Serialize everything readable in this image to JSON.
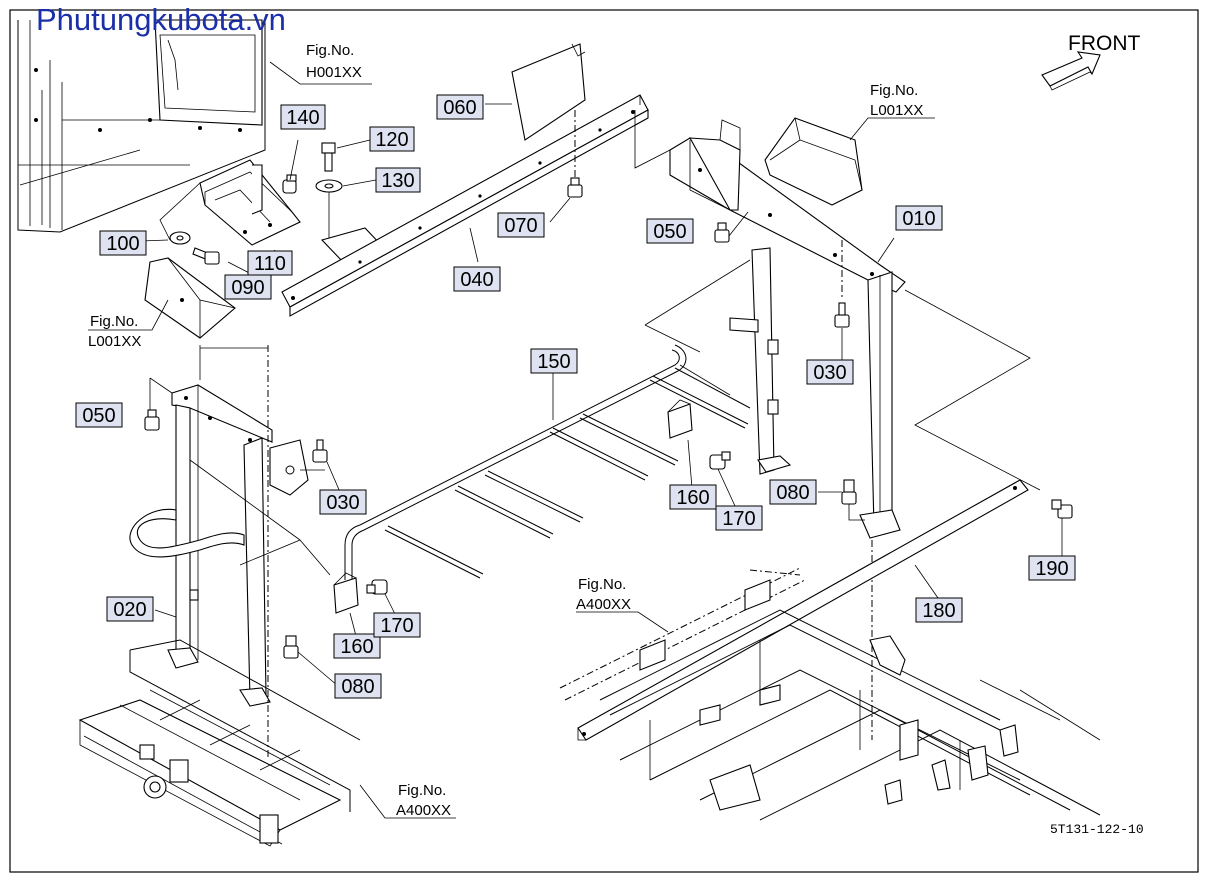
{
  "watermark": "Phutungkubota.vn",
  "front_label": "FRONT",
  "drawing_code": "5T131-122-10",
  "fig_refs": [
    {
      "id": "h001",
      "line1": "Fig.No.",
      "line2": "H001XX"
    },
    {
      "id": "l001_right",
      "line1": "Fig.No.",
      "line2": "L001XX"
    },
    {
      "id": "l001_left",
      "line1": "Fig.No.",
      "line2": "L001XX"
    },
    {
      "id": "a400_right",
      "line1": "Fig.No.",
      "line2": "A400XX"
    },
    {
      "id": "a400_bottom",
      "line1": "Fig.No.",
      "line2": "A400XX"
    }
  ],
  "callouts": [
    {
      "id": "140",
      "label": "140"
    },
    {
      "id": "120",
      "label": "120"
    },
    {
      "id": "130",
      "label": "130"
    },
    {
      "id": "060",
      "label": "060"
    },
    {
      "id": "070",
      "label": "070"
    },
    {
      "id": "040",
      "label": "040"
    },
    {
      "id": "100",
      "label": "100"
    },
    {
      "id": "110",
      "label": "110"
    },
    {
      "id": "090",
      "label": "090"
    },
    {
      "id": "050a",
      "label": "050"
    },
    {
      "id": "050b",
      "label": "050"
    },
    {
      "id": "010",
      "label": "010"
    },
    {
      "id": "030a",
      "label": "030"
    },
    {
      "id": "030b",
      "label": "030"
    },
    {
      "id": "150",
      "label": "150"
    },
    {
      "id": "160a",
      "label": "160"
    },
    {
      "id": "160b",
      "label": "160"
    },
    {
      "id": "170a",
      "label": "170"
    },
    {
      "id": "170b",
      "label": "170"
    },
    {
      "id": "080a",
      "label": "080"
    },
    {
      "id": "080b",
      "label": "080"
    },
    {
      "id": "190",
      "label": "190"
    },
    {
      "id": "180",
      "label": "180"
    },
    {
      "id": "020",
      "label": "020"
    }
  ]
}
